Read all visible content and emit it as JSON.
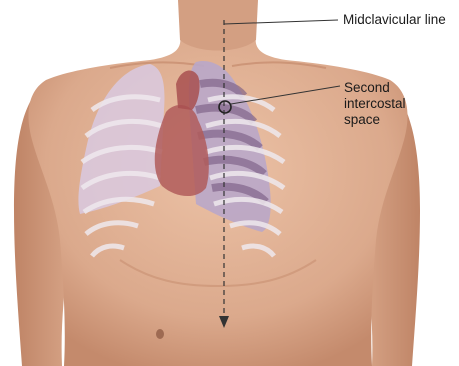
{
  "labels": {
    "midclavicular": "Midclavicular line",
    "second_intercostal_lines": [
      "Second",
      "intercostal",
      "space"
    ]
  },
  "colors": {
    "skin": "#dba98c",
    "skin_shadow": "#c48a6c",
    "skin_highlight": "#ecc2a6",
    "lung_right": "#d9c8de",
    "lung_left": "#b9a7c9",
    "ribs": "#efe9ee",
    "rib_shade": "#7d5f86",
    "heart": "#b05c5a",
    "line": "#333333"
  }
}
